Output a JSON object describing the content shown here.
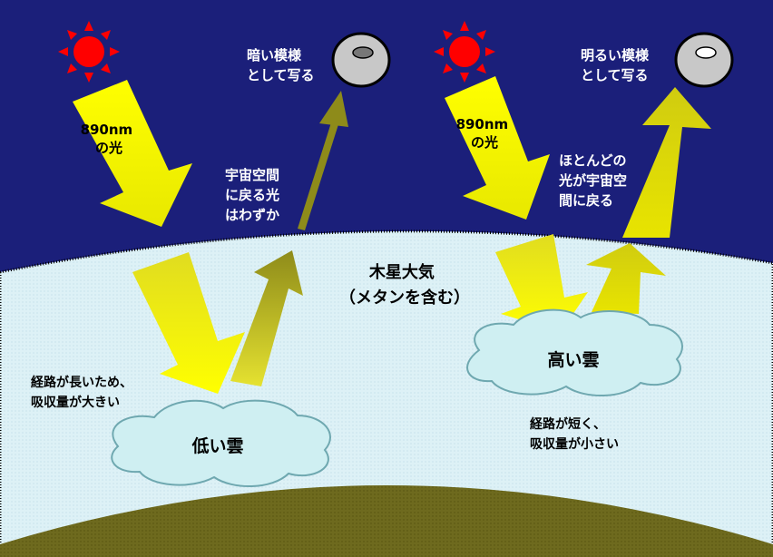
{
  "colors": {
    "space": "#1B1F7A",
    "atmosphere": "#DDF1F6",
    "ground": "#6E6A1E",
    "cloud": "#CFEFF2",
    "sun": "#FF0000",
    "bright_arrow": "#F5F500",
    "dim_arrow": "#8E8B1A",
    "return_arrow_bright": "#D8D40A",
    "planet": "#C8C8C8"
  },
  "left_panel": {
    "incoming_light": [
      "890nm",
      "の光"
    ],
    "escape_text": [
      "宇宙空間",
      "に戻る光",
      "はわずか"
    ],
    "image_text": [
      "暗い模様",
      "として写る"
    ],
    "path_text": [
      "経路が長いため、",
      "吸収量が大きい"
    ],
    "cloud_label": "低い雲"
  },
  "right_panel": {
    "incoming_light": [
      "890nm",
      "の光"
    ],
    "escape_text": [
      "ほとんどの",
      "光が宇宙空",
      "間に戻る"
    ],
    "image_text": [
      "明るい模様",
      "として写る"
    ],
    "path_text": [
      "経路が短く、",
      "吸収量が小さい"
    ],
    "cloud_label": "高い雲"
  },
  "atmosphere_label": [
    "木星大気",
    "（メタンを含む）"
  ],
  "icons": [
    "sun-icon",
    "planet-icon",
    "cloud-icon",
    "arrow-icon"
  ]
}
